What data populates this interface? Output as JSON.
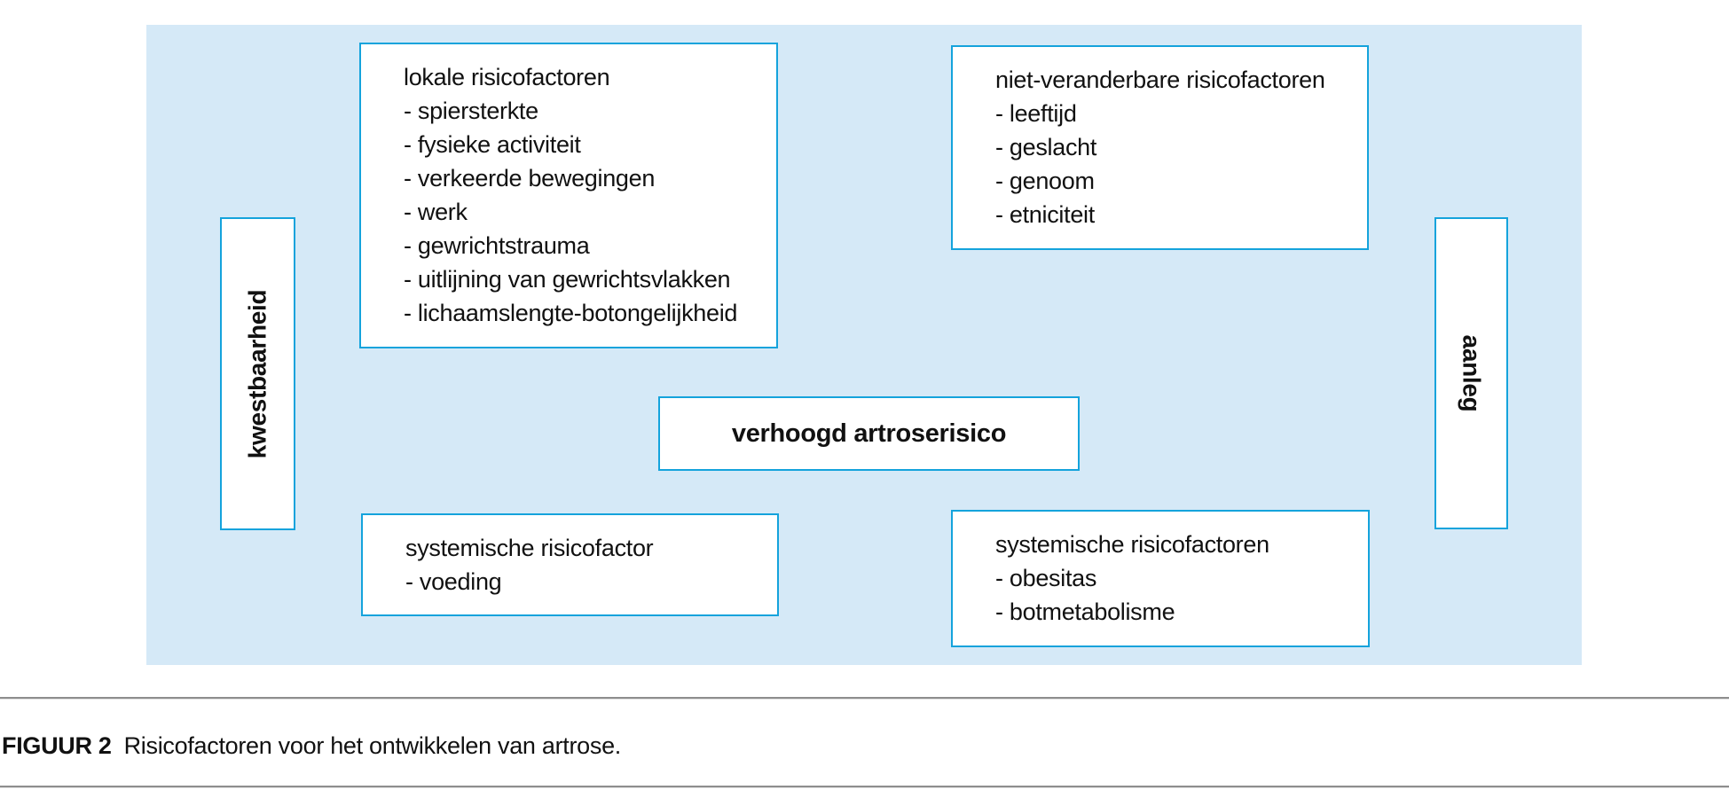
{
  "colors": {
    "panel_bg": "#d5e9f7",
    "box_border": "#14a3dc",
    "box_bg": "#ffffff",
    "text": "#111111",
    "rule": "#8e8e8e"
  },
  "diagram": {
    "local_risk": {
      "title": "lokale risicofactoren",
      "items": [
        "- spiersterkte",
        "- fysieke activiteit",
        "- verkeerde bewegingen",
        "- werk",
        "- gewrichtstrauma",
        "- uitlijning van gewrichtsvlakken",
        "- lichaamslengte-botongelijkheid"
      ]
    },
    "nonmodifiable_risk": {
      "title": "niet-veranderbare risicofactoren",
      "items": [
        "- leeftijd",
        "- geslacht",
        "- genoom",
        "- etniciteit"
      ]
    },
    "systemic_left": {
      "title": "systemische risicofactor",
      "items": [
        "- voeding"
      ]
    },
    "systemic_right": {
      "title": "systemische risicofactoren",
      "items": [
        "- obesitas",
        "- botmetabolisme"
      ]
    },
    "vulnerability_label": "kwestbaarheid",
    "predisposition_label": "aanleg",
    "center_label": "verhoogd artroserisico"
  },
  "caption": {
    "label": "FIGUUR 2",
    "text": "Risicofactoren voor het ontwikkelen van artrose."
  }
}
